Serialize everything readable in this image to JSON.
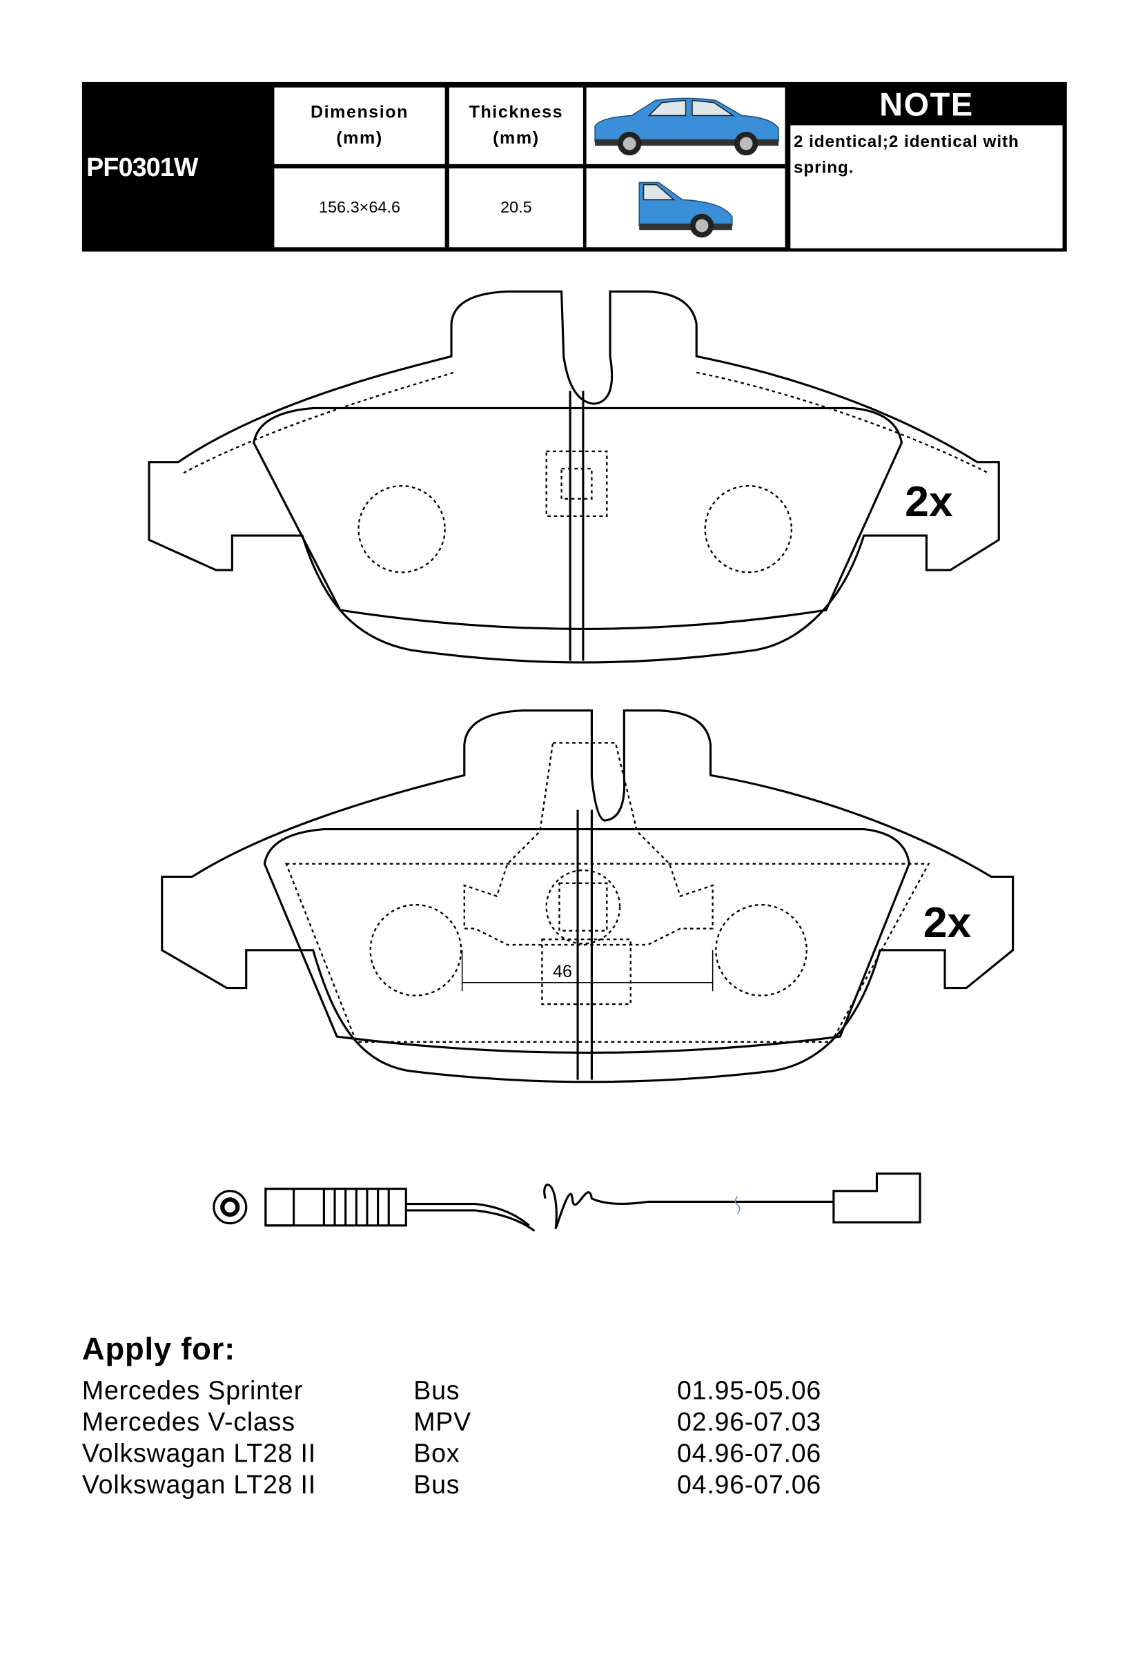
{
  "product": {
    "code": "PF0301W",
    "dimension_label": "Dimension",
    "dimension_unit": "(mm)",
    "thickness_label": "Thickness",
    "thickness_unit": "(mm)",
    "dimension_value": "156.3×64.6",
    "thickness_value": "20.5",
    "note_title": "NOTE",
    "note_text": "2 identical;2 identical with spring."
  },
  "drawings": {
    "pad1_qty": "2x",
    "pad2_qty": "2x",
    "pad2_dimension": "46"
  },
  "colors": {
    "car_body": "#3a8fd8",
    "header_bg": "#000000"
  },
  "apply": {
    "title": "Apply for:",
    "rows": [
      {
        "model": "Mercedes Sprinter",
        "type": "Bus",
        "years": "01.95-05.06"
      },
      {
        "model": "Mercedes V-class",
        "type": "MPV",
        "years": "02.96-07.03"
      },
      {
        "model": "Volkswagan LT28 II",
        "type": "Box",
        "years": "04.96-07.06"
      },
      {
        "model": "Volkswagan LT28 II",
        "type": "Bus",
        "years": "04.96-07.06"
      }
    ]
  }
}
